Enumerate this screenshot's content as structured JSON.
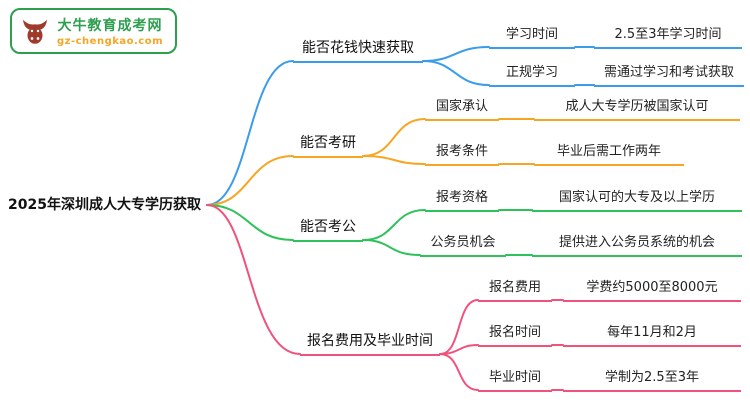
{
  "logo": {
    "brand": "大牛教育成考网",
    "domain": "gz-chengkao.com",
    "icon": "bull-icon"
  },
  "root": {
    "label": "2025年深圳成人大专学历获取"
  },
  "branches": [
    {
      "label": "能否花钱快速获取",
      "color": "#3B9CEC",
      "children": [
        {
          "label": "学习时间",
          "value": "2.5至3年学习时间"
        },
        {
          "label": "正规学习",
          "value": "需通过学习和考试获取"
        }
      ]
    },
    {
      "label": "能否考研",
      "color": "#F7A623",
      "children": [
        {
          "label": "国家承认",
          "value": "成人大专学历被国家认可"
        },
        {
          "label": "报考条件",
          "value": "毕业后需工作两年"
        }
      ]
    },
    {
      "label": "能否考公",
      "color": "#2FC25B",
      "children": [
        {
          "label": "报考资格",
          "value": "国家认可的大专及以上学历"
        },
        {
          "label": "公务员机会",
          "value": "提供进入公务员系统的机会"
        }
      ]
    },
    {
      "label": "报名费用及毕业时间",
      "color": "#F0527C",
      "children": [
        {
          "label": "报名费用",
          "value": "学费约5000至8000元"
        },
        {
          "label": "报名时间",
          "value": "每年11月和2月"
        },
        {
          "label": "毕业时间",
          "value": "学制为2.5至3年"
        }
      ]
    }
  ]
}
